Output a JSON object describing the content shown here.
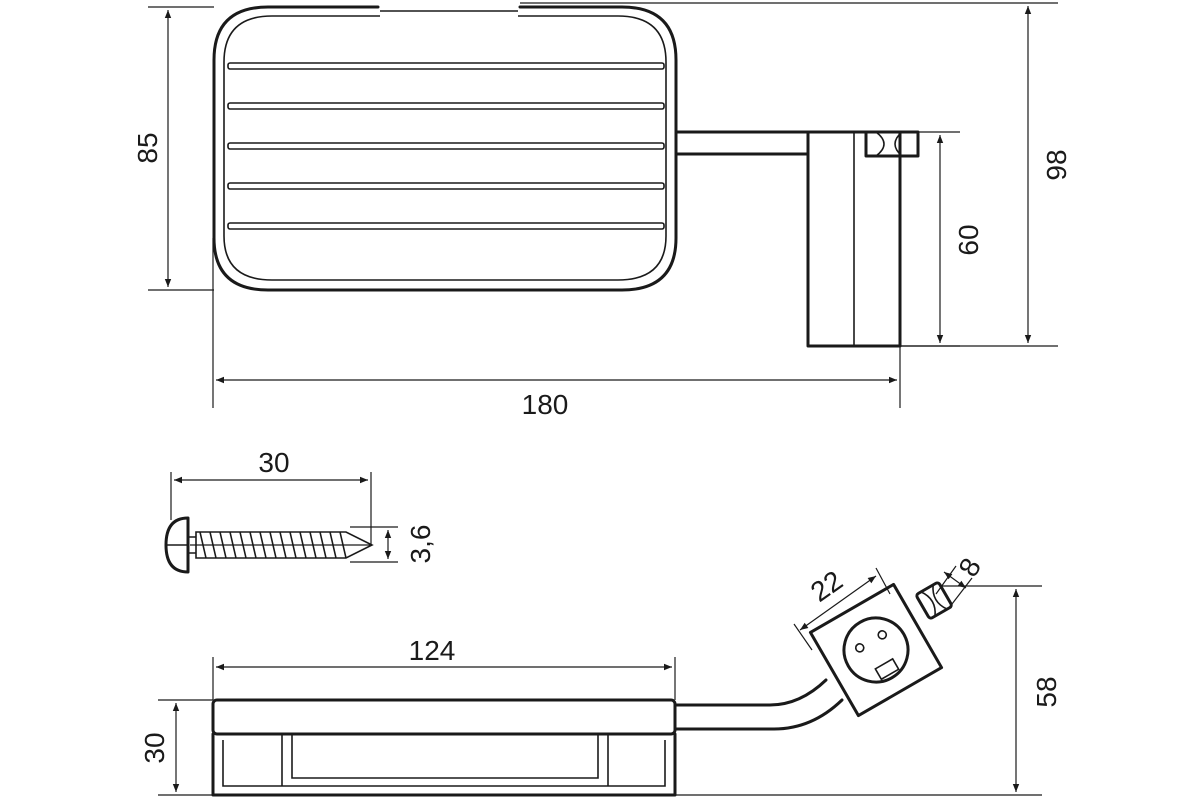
{
  "dimensions": {
    "top_height_left": "85",
    "top_height_right": "98",
    "top_bracket_height": "60",
    "top_total_width": "180",
    "screw_length": "30",
    "screw_diameter": "3,6",
    "bottom_tray_width": "124",
    "bottom_tray_height": "30",
    "bottom_mount_size": "22",
    "bottom_pin": "8",
    "bottom_total_height": "58"
  }
}
